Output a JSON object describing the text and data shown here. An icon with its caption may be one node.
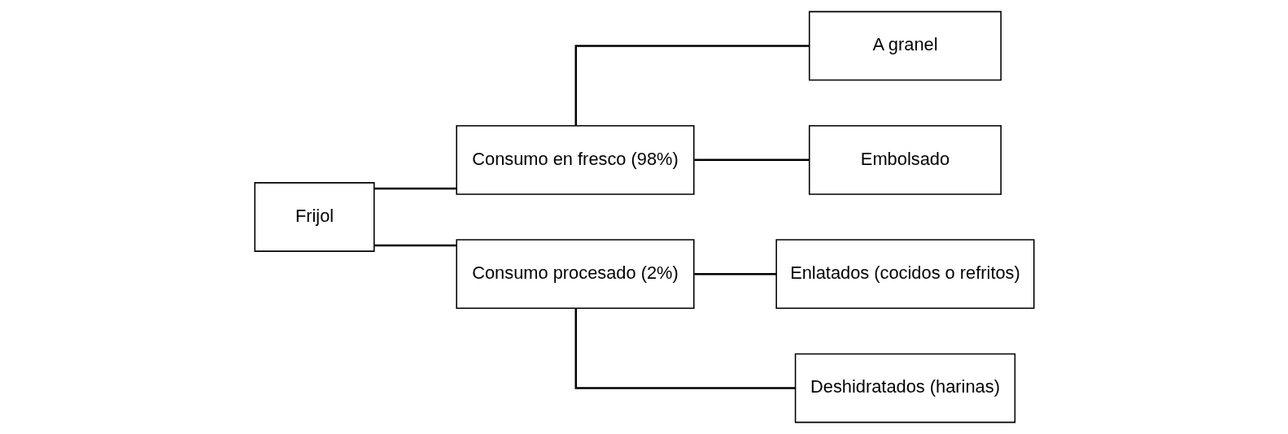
{
  "diagram": {
    "nodes": [
      {
        "text": [
          "Frijol"
        ]
      },
      {
        "text": [
          "Consumo en fresco (98%)"
        ]
      },
      {
        "text": [
          "Consumo procesado (2%)"
        ]
      },
      {
        "text": [
          "A granel"
        ]
      },
      {
        "text": [
          "Embolsado"
        ]
      },
      {
        "text": [
          "Enlatados (cocidos o refritos)"
        ]
      },
      {
        "text": [
          "Deshidratados (harinas)"
        ]
      }
    ],
    "edges": [
      {
        "from": 0,
        "to": 1,
        "arrow": "none"
      },
      {
        "from": 0,
        "to": 2,
        "arrow": "none"
      },
      {
        "from": 1,
        "to": 3,
        "arrow": "none"
      },
      {
        "from": 1,
        "to": 4,
        "arrow": "none"
      },
      {
        "from": 2,
        "to": 5,
        "arrow": "none"
      },
      {
        "from": 2,
        "to": 6,
        "arrow": "none"
      }
    ]
  }
}
